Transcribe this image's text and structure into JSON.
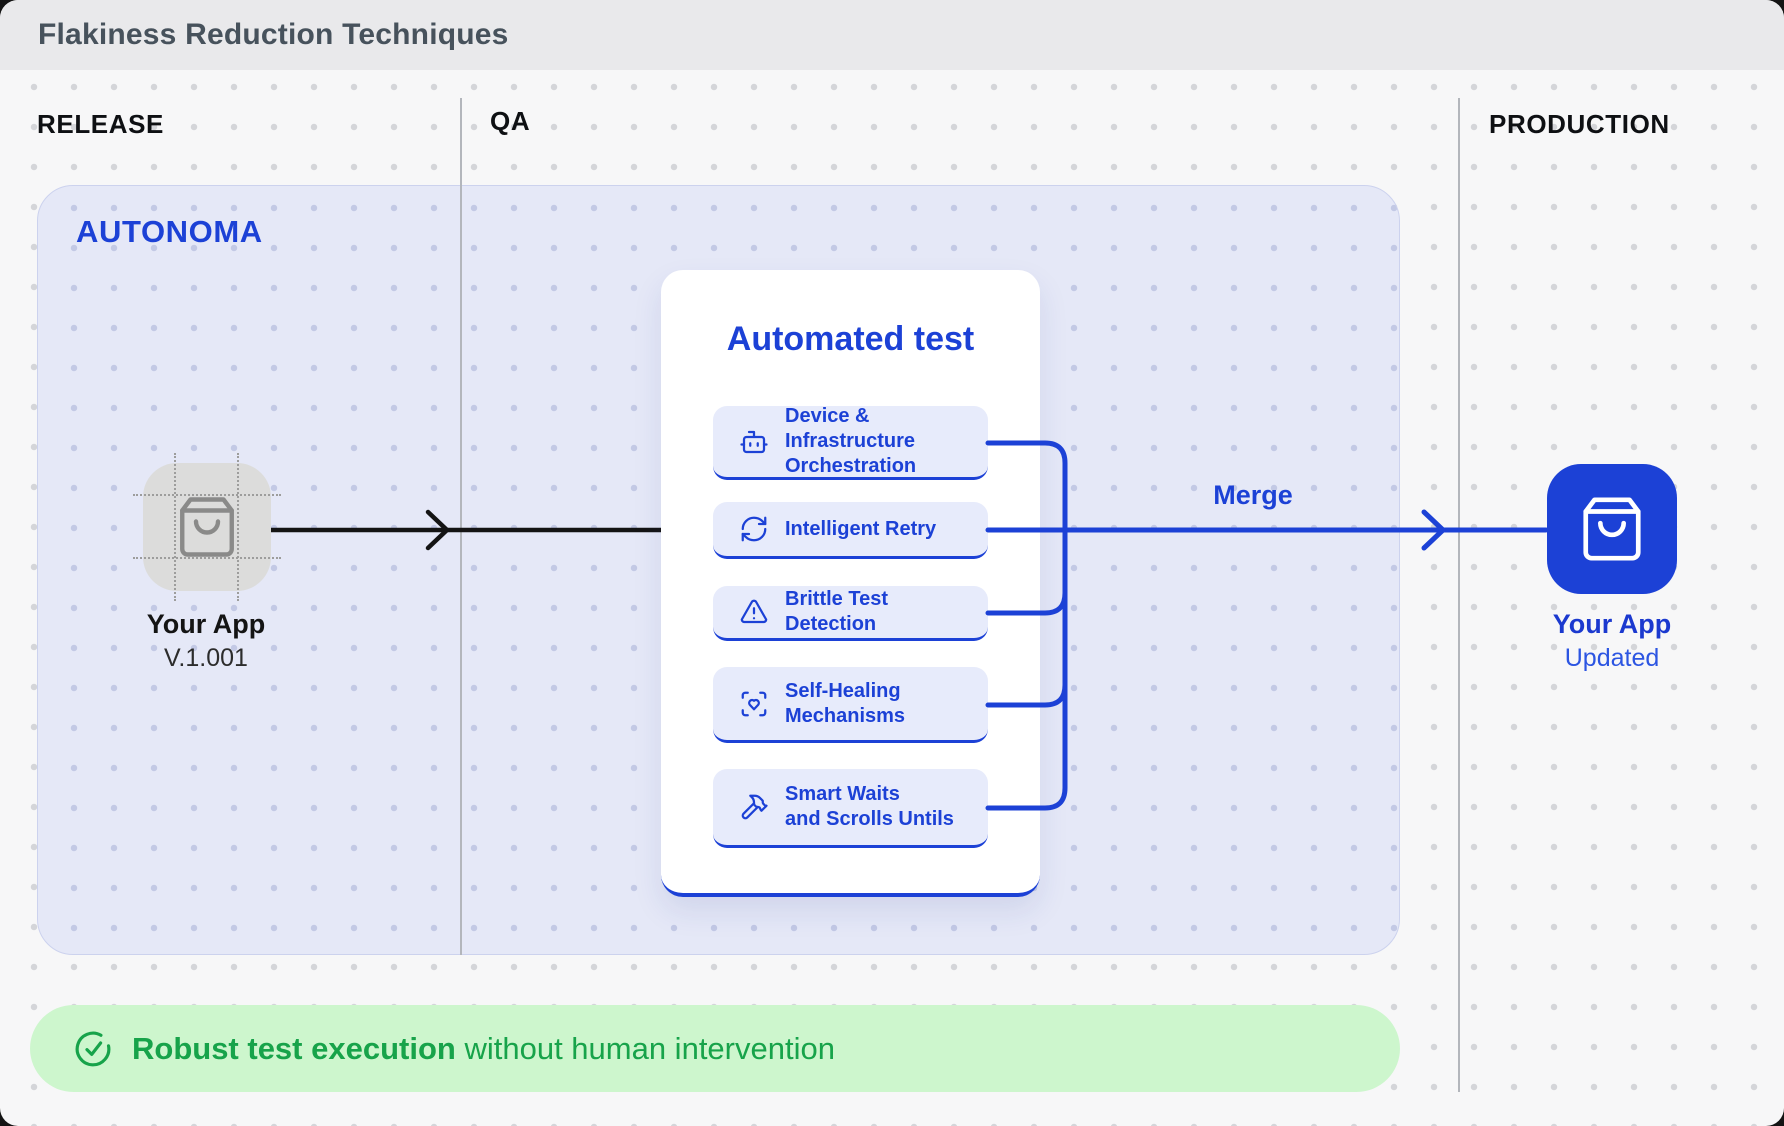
{
  "header": {
    "title": "Flakiness Reduction Techniques"
  },
  "lanes": {
    "release": "RELEASE",
    "qa": "QA",
    "production": "PRODUCTION"
  },
  "panel": {
    "label": "AUTONOMA"
  },
  "source_app": {
    "name": "Your App",
    "version": "V.1.001",
    "icon": "shopping-bag-icon"
  },
  "automated_test": {
    "title": "Automated test",
    "items": [
      {
        "icon": "robot-icon",
        "label": "Device & Infrastructure\nOrchestration"
      },
      {
        "icon": "retry-icon",
        "label": "Intelligent Retry"
      },
      {
        "icon": "warning-triangle-icon",
        "label": "Brittle Test Detection"
      },
      {
        "icon": "heart-scan-icon",
        "label": "Self-Healing\nMechanisms"
      },
      {
        "icon": "hammer-icon",
        "label": "Smart Waits\nand Scrolls Untils"
      }
    ]
  },
  "flow": {
    "merge_label": "Merge"
  },
  "target_app": {
    "name": "Your App",
    "status": "Updated",
    "icon": "shopping-bag-icon"
  },
  "banner": {
    "icon": "check-circle-icon",
    "highlight": "Robust test execution",
    "text": "without human intervention"
  },
  "colors": {
    "accent_blue": "#1c41d6",
    "panel_bg": "#e5e8f7",
    "chip_bg": "#e7ebfb",
    "header_bg": "#e9e9eb",
    "page_bg": "#f7f7f8",
    "success_green": "#17a34a",
    "banner_bg": "#cdf6cd",
    "gray_icon_bg": "#dcdcdb"
  }
}
